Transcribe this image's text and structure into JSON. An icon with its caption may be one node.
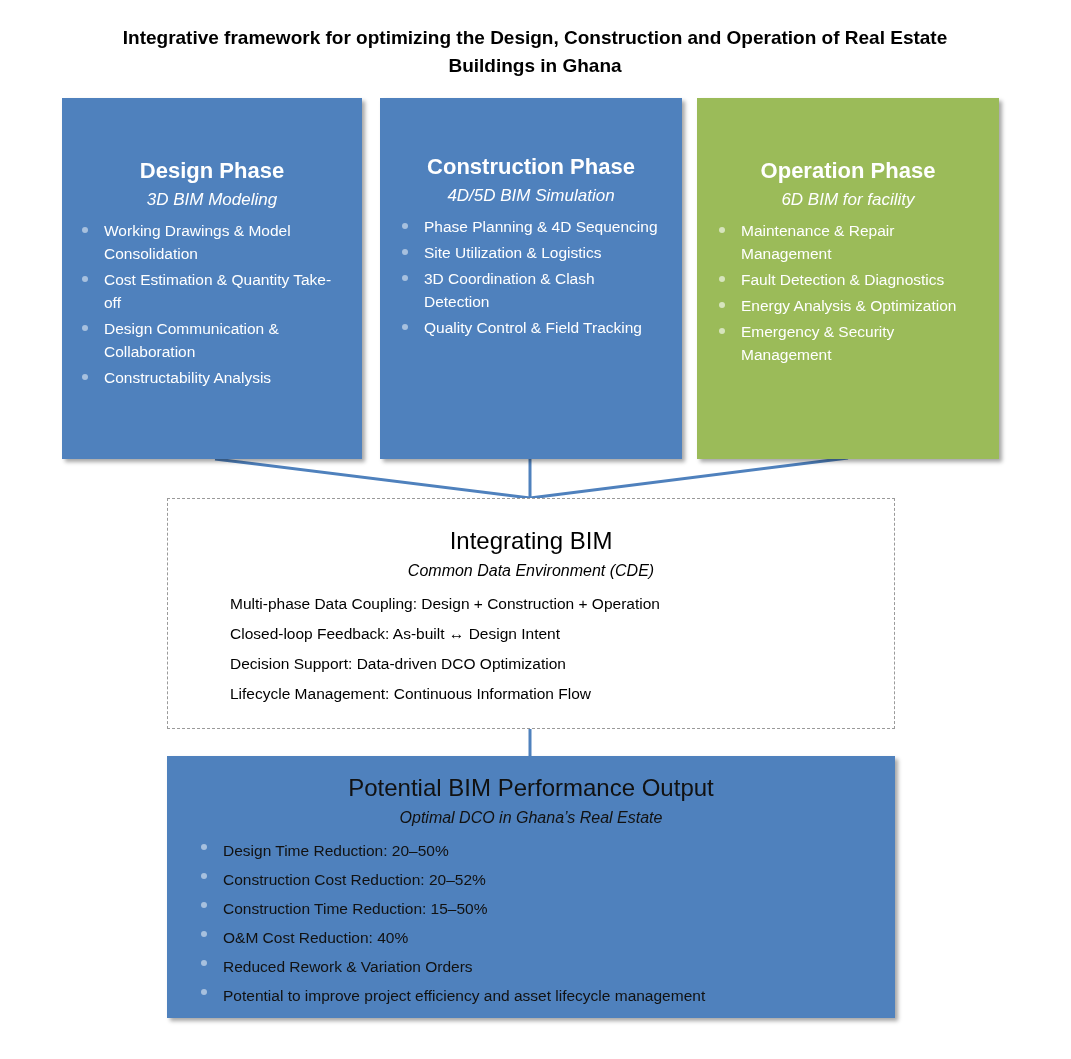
{
  "diagram": {
    "title": "Integrative framework for optimizing the Design, Construction and Operation of Real Estate Buildings in Ghana",
    "nodes": [
      {
        "text": [
          "Design Phase",
          "3D BIM Modeling",
          "Working Drawings & Model Consolidation",
          "Cost Estimation & Quantity Take-off",
          "Design Communication & Collaboration",
          "Constructability Analysis"
        ]
      },
      {
        "text": [
          "Construction Phase",
          "4D/5D BIM Simulation",
          "Phase Planning & 4D Sequencing",
          "Site Utilization & Logistics",
          "3D Coordination & Clash Detection",
          "Quality Control & Field Tracking"
        ]
      },
      {
        "text": [
          "Operation Phase",
          "6D BIM for facility",
          "Maintenance & Repair Management",
          "Fault Detection & Diagnostics",
          "Energy Analysis & Optimization",
          "Emergency & Security Management"
        ]
      },
      {
        "text": [
          "Integrating BIM",
          "Common Data Environment (CDE)",
          "Multi-phase Data Coupling: Design + Construction + Operation",
          "Closed-loop Feedback: As-built ↔ Design Intent",
          "Decision Support: Data-driven DCO Optimization",
          "Lifecycle Management: Continuous Information Flow"
        ]
      },
      {
        "text": [
          "Potential BIM Performance Output",
          "Optimal DCO in Ghana’s Real Estate",
          "Design Time Reduction: 20–50%",
          "Construction Cost Reduction: 20–52%",
          "Construction Time Reduction: 15–50%",
          "O&M Cost Reduction: 40%",
          "Reduced Rework & Variation Orders",
          "Potential to improve project efficiency and asset lifecycle management"
        ]
      }
    ],
    "edges": [
      {
        "from": 0,
        "to": 3,
        "arrow": "none"
      },
      {
        "from": 1,
        "to": 3,
        "arrow": "none"
      },
      {
        "from": 2,
        "to": 3,
        "arrow": "none"
      },
      {
        "from": 3,
        "to": 4,
        "arrow": "none"
      }
    ]
  }
}
